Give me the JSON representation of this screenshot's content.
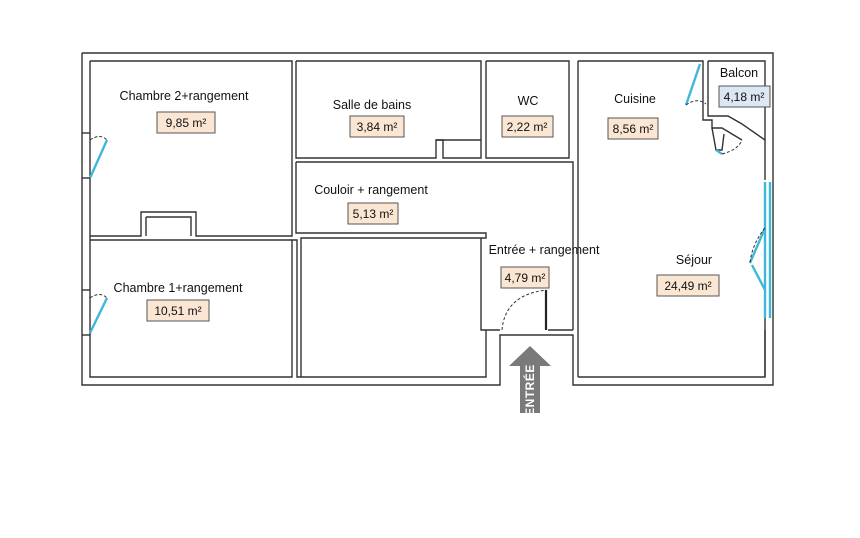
{
  "rooms": {
    "chambre2": {
      "name": "Chambre 2+rangement",
      "area": "9,85 m²"
    },
    "salle_de_bains": {
      "name": "Salle de bains",
      "area": "3,84 m²"
    },
    "wc": {
      "name": "WC",
      "area": "2,22 m²"
    },
    "cuisine": {
      "name": "Cuisine",
      "area": "8,56 m²"
    },
    "balcon": {
      "name": "Balcon",
      "area": "4,18 m²"
    },
    "couloir": {
      "name": "Couloir + rangement",
      "area": "5,13 m²"
    },
    "entree": {
      "name": "Entrée + rangement",
      "area": "4,79 m²"
    },
    "sejour": {
      "name": "Séjour",
      "area": "24,49 m²"
    },
    "chambre1": {
      "name": "Chambre 1+rangement",
      "area": "10,51 m²"
    }
  },
  "entry_arrow": {
    "label": "ENTRÉE"
  },
  "colors": {
    "wall": "#333333",
    "window": "#3fb8d8",
    "area_box": "#fbe6d4",
    "balcony_box": "#dde6f3",
    "entry_arrow": "#7a7a7a"
  }
}
